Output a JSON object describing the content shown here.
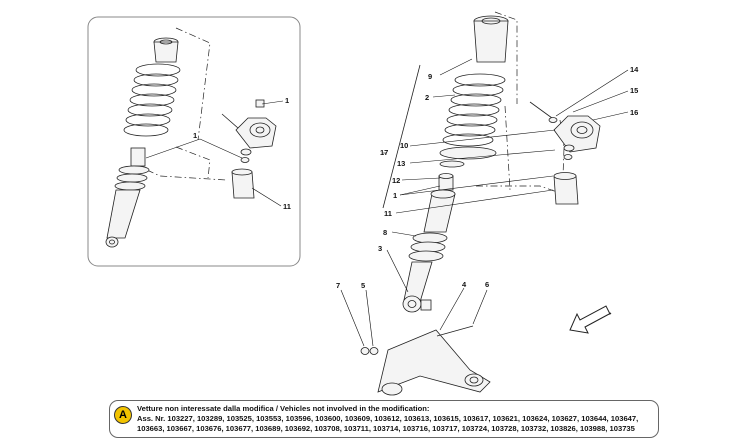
{
  "callouts": {
    "inset_1_top": "1",
    "inset_1_left": "1",
    "inset_11": "11",
    "main_9": "9",
    "main_2": "2",
    "main_17": "17",
    "main_10": "10",
    "main_13": "13",
    "main_12": "12",
    "main_1": "1",
    "main_11": "11",
    "main_8": "8",
    "main_3": "3",
    "main_14": "14",
    "main_15": "15",
    "main_16": "16",
    "main_7": "7",
    "main_5": "5",
    "main_4": "4",
    "main_6": "6"
  },
  "note": {
    "badge": "A",
    "line1": "Vetture non interessate dalla modifica / Vehicles not involved in the modification:",
    "line2": "Ass. Nr. 103227, 103289, 103525, 103553, 103596, 103600, 103609, 103612, 103613, 103615, 103617, 103621, 103624, 103627, 103644, 103647,",
    "line3": "103663, 103667, 103676, 103677, 103689, 103692, 103708, 103711, 103714, 103716, 103717, 103724, 103728, 103732, 103826, 103988, 103735"
  },
  "colors": {
    "badge": "#f2c300",
    "line": "#222222",
    "inset_border": "#888888"
  },
  "icons": {
    "orientation_arrow": "front-direction-arrow-icon",
    "note_badge": "circle-letter-icon"
  }
}
